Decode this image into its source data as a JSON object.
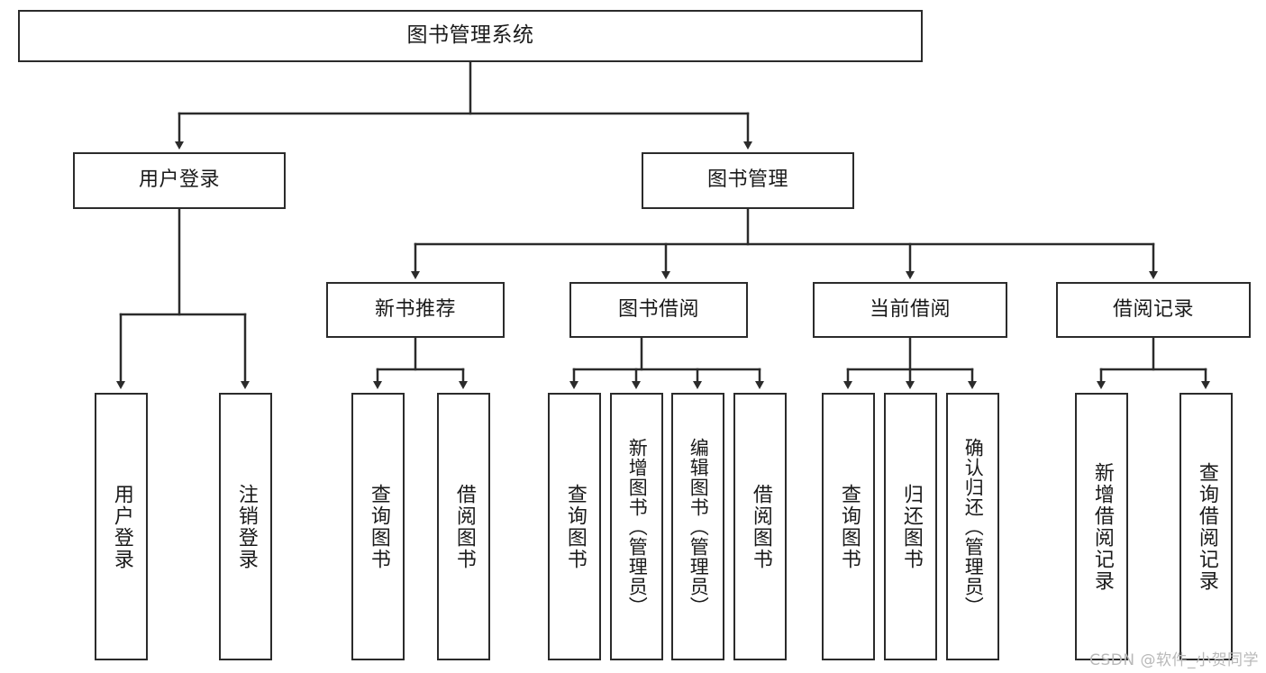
{
  "diagram": {
    "title": "图书管理系统",
    "type": "tree",
    "watermark": "CSDN @软件_小贺同学",
    "line_color": "#2b2b2b",
    "box_fill": "#ffffff",
    "text_color": "#1a1a1a",
    "nodes": {
      "root": {
        "label": "图书管理系统"
      },
      "level2": [
        {
          "id": "user-login",
          "label": "用户登录"
        },
        {
          "id": "book-manage",
          "label": "图书管理"
        }
      ],
      "level3": [
        {
          "id": "new-book-rec",
          "label": "新书推荐"
        },
        {
          "id": "book-borrow",
          "label": "图书借阅"
        },
        {
          "id": "current-borrow",
          "label": "当前借阅"
        },
        {
          "id": "borrow-record",
          "label": "借阅记录"
        }
      ],
      "leaves": {
        "user_login": [
          {
            "id": "leaf-user-login",
            "label": "用户登录"
          },
          {
            "id": "leaf-logout",
            "label": "注销登录"
          }
        ],
        "new_book_rec": [
          {
            "id": "leaf-query-book-1",
            "label": "查询图书"
          },
          {
            "id": "leaf-borrow-book-1",
            "label": "借阅图书"
          }
        ],
        "book_borrow": [
          {
            "id": "leaf-query-book-2",
            "label": "查询图书"
          },
          {
            "id": "leaf-add-book",
            "label": "新增图书（管理员）"
          },
          {
            "id": "leaf-edit-book",
            "label": "编辑图书（管理员）"
          },
          {
            "id": "leaf-borrow-book-2",
            "label": "借阅图书"
          }
        ],
        "current_borrow": [
          {
            "id": "leaf-query-book-3",
            "label": "查询图书"
          },
          {
            "id": "leaf-return-book",
            "label": "归还图书"
          },
          {
            "id": "leaf-confirm-return",
            "label": "确认归还（管理员）"
          }
        ],
        "borrow_record": [
          {
            "id": "leaf-add-record",
            "label": "新增借阅记录"
          },
          {
            "id": "leaf-query-record",
            "label": "查询借阅记录"
          }
        ]
      }
    }
  }
}
